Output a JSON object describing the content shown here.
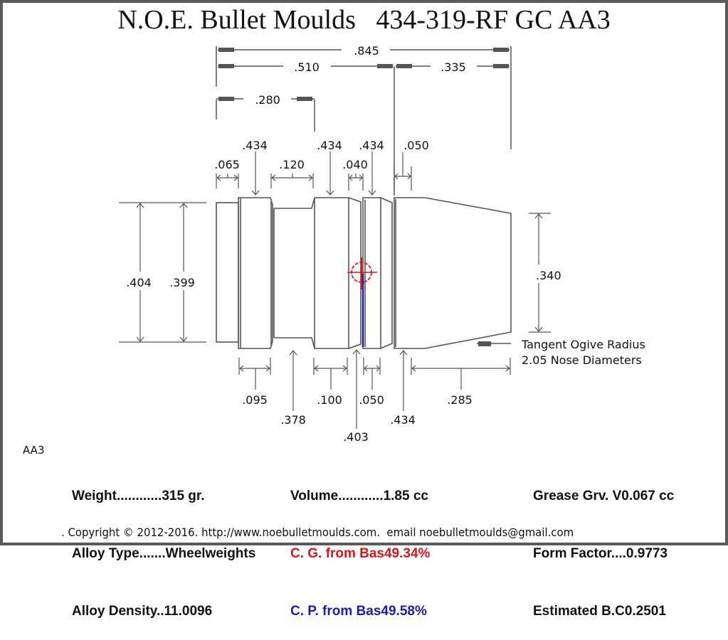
{
  "title": "N.O.E. Bullet Moulds   434-319-RF GC AA3",
  "tag": "AA3",
  "dimensions": {
    "overall_length": ".845",
    "body_length": ".510",
    "nose_length": ".335",
    "base_to_groove": ".280",
    "check_shank_len": ".065",
    "drive_band1_dia": ".434",
    "lube_groove_len": ".120",
    "drive_band2_dia": ".434",
    "crimp_groove_len": ".040",
    "drive_band3_dia": ".434",
    "front_band_len": ".050",
    "gas_check_dia": ".404",
    "shank_dia": ".399",
    "meplat_dia": ".340",
    "band1_len": ".095",
    "lube_groove_dia": ".378",
    "band2_len": ".100",
    "crimp_groove_dia": ".403",
    "band3_len": ".050",
    "bore_ride_dia": ".434",
    "ogive_len": ".285"
  },
  "ogive_note": {
    "line1": "Tangent Ogive Radius",
    "line2": "2.05  Nose Diameters"
  },
  "specs": {
    "col1": [
      {
        "label": "Weight............",
        "value": "315 gr."
      },
      {
        "label": "Alloy Type.......",
        "value": "Wheelweights"
      },
      {
        "label": "Alloy Density..",
        "value": "11.0096"
      }
    ],
    "col2": [
      {
        "label": "Volume............",
        "value": "1.85 cc",
        "color": "#111111"
      },
      {
        "label": "C. G. from Bas",
        "value": "49.34%",
        "color": "#e0151b"
      },
      {
        "label": "C. P. from Bas",
        "value": "49.58%",
        "color": "#1a1ab8"
      }
    ],
    "col3": [
      {
        "label": "Grease Grv. V",
        "value": "0.067 cc"
      },
      {
        "label": "Form Factor....",
        "value": "0.9773"
      },
      {
        "label": "Estimated B.C",
        "value": "0.2501"
      }
    ]
  },
  "footer": ". Copyright © 2012-2016. http://www.noebulletmoulds.com.  email noebulletmoulds@gmail.com",
  "colors": {
    "frame": "#5a5a5a",
    "outline": "#555555",
    "cg_marker": "#e0151b",
    "cp_marker": "#1a1ab8"
  }
}
